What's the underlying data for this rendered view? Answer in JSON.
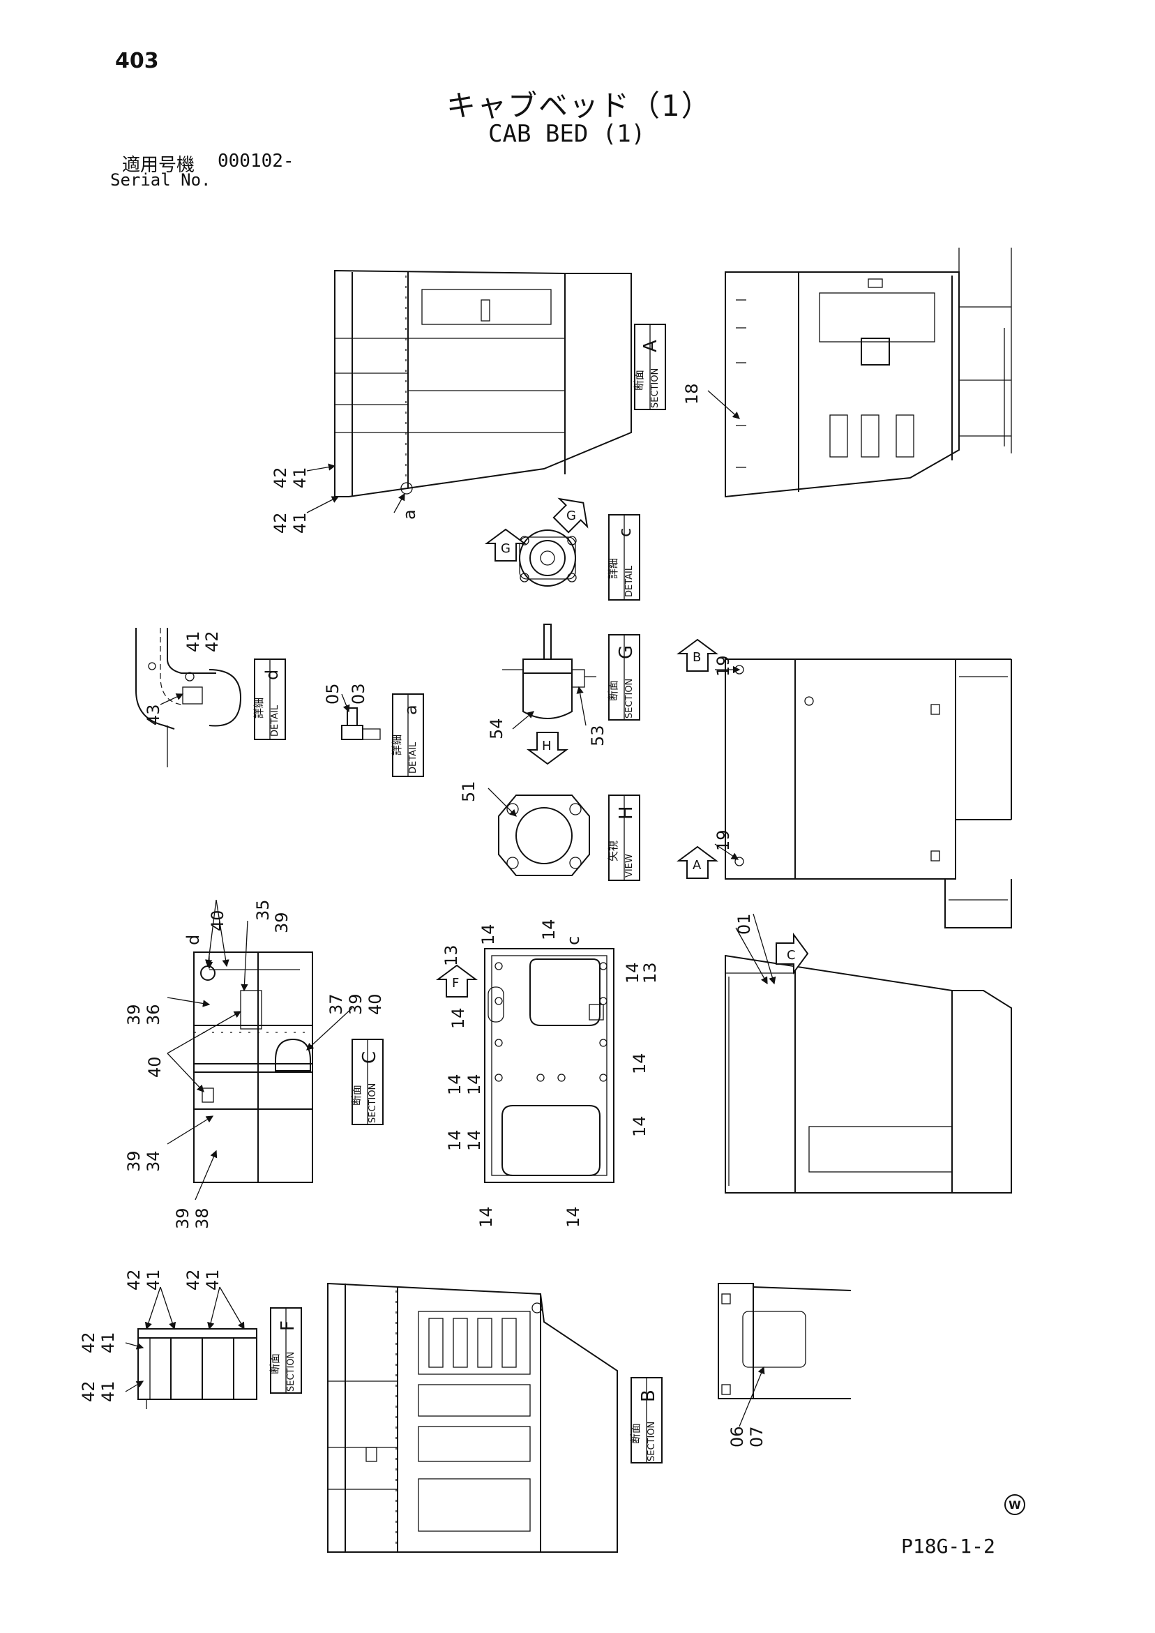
{
  "header": {
    "page_number": "403",
    "title_jp": "キャブベッド（1）",
    "title_en": "CAB BED (1)",
    "serial_jp_label": "適用号機",
    "serial_value": "000102-",
    "serial_en_label": "Serial No."
  },
  "footer": {
    "code": "P18G-1-2",
    "mark": "W"
  },
  "labels": {
    "section_jp": "断面",
    "section_en": "SECTION",
    "detail_jp": "詳細",
    "detail_en": "DETAIL",
    "view_jp": "矢視",
    "view_en": "VIEW"
  },
  "callouts": {
    "sec_a": "A",
    "sec_b": "B",
    "sec_c": "C",
    "sec_f": "F",
    "sec_g": "G",
    "det_a": "a",
    "det_c": "c",
    "det_d": "d",
    "view_h": "H"
  },
  "view_arrows": {
    "g1": "G",
    "g2": "G",
    "h1": "H",
    "b1": "B",
    "a1": "A",
    "f1": "F",
    "c1": "C"
  },
  "parts": {
    "p01": "01",
    "p03": "03",
    "p05": "05",
    "p06": "06",
    "p07": "07",
    "p13a": "13",
    "p13b": "13",
    "p14a": "14",
    "p14b": "14",
    "p14c": "14",
    "p14d": "14",
    "p14e": "14",
    "p14f": "14",
    "p14g": "14",
    "p14h": "14",
    "p14i": "14",
    "p14j": "14",
    "p14k": "14",
    "p14l": "14",
    "p18": "18",
    "p19a": "19",
    "p19b": "19",
    "p34": "34",
    "p35": "35",
    "p36": "36",
    "p37": "37",
    "p38": "38",
    "p39a": "39",
    "p39b": "39",
    "p39c": "39",
    "p39d": "39",
    "p39e": "39",
    "p40a": "40",
    "p40b": "40",
    "p40c": "40",
    "p41a": "41",
    "p41b": "41",
    "p41c": "41",
    "p41d": "41",
    "p41e": "41",
    "p41f": "41",
    "p41g": "41",
    "p42a": "42",
    "p42b": "42",
    "p42c": "42",
    "p42d": "42",
    "p42e": "42",
    "p42f": "42",
    "p42g": "42",
    "p43": "43",
    "p51": "51",
    "p53": "53",
    "p54": "54",
    "pa": "a",
    "pc": "c",
    "pd": "d"
  }
}
